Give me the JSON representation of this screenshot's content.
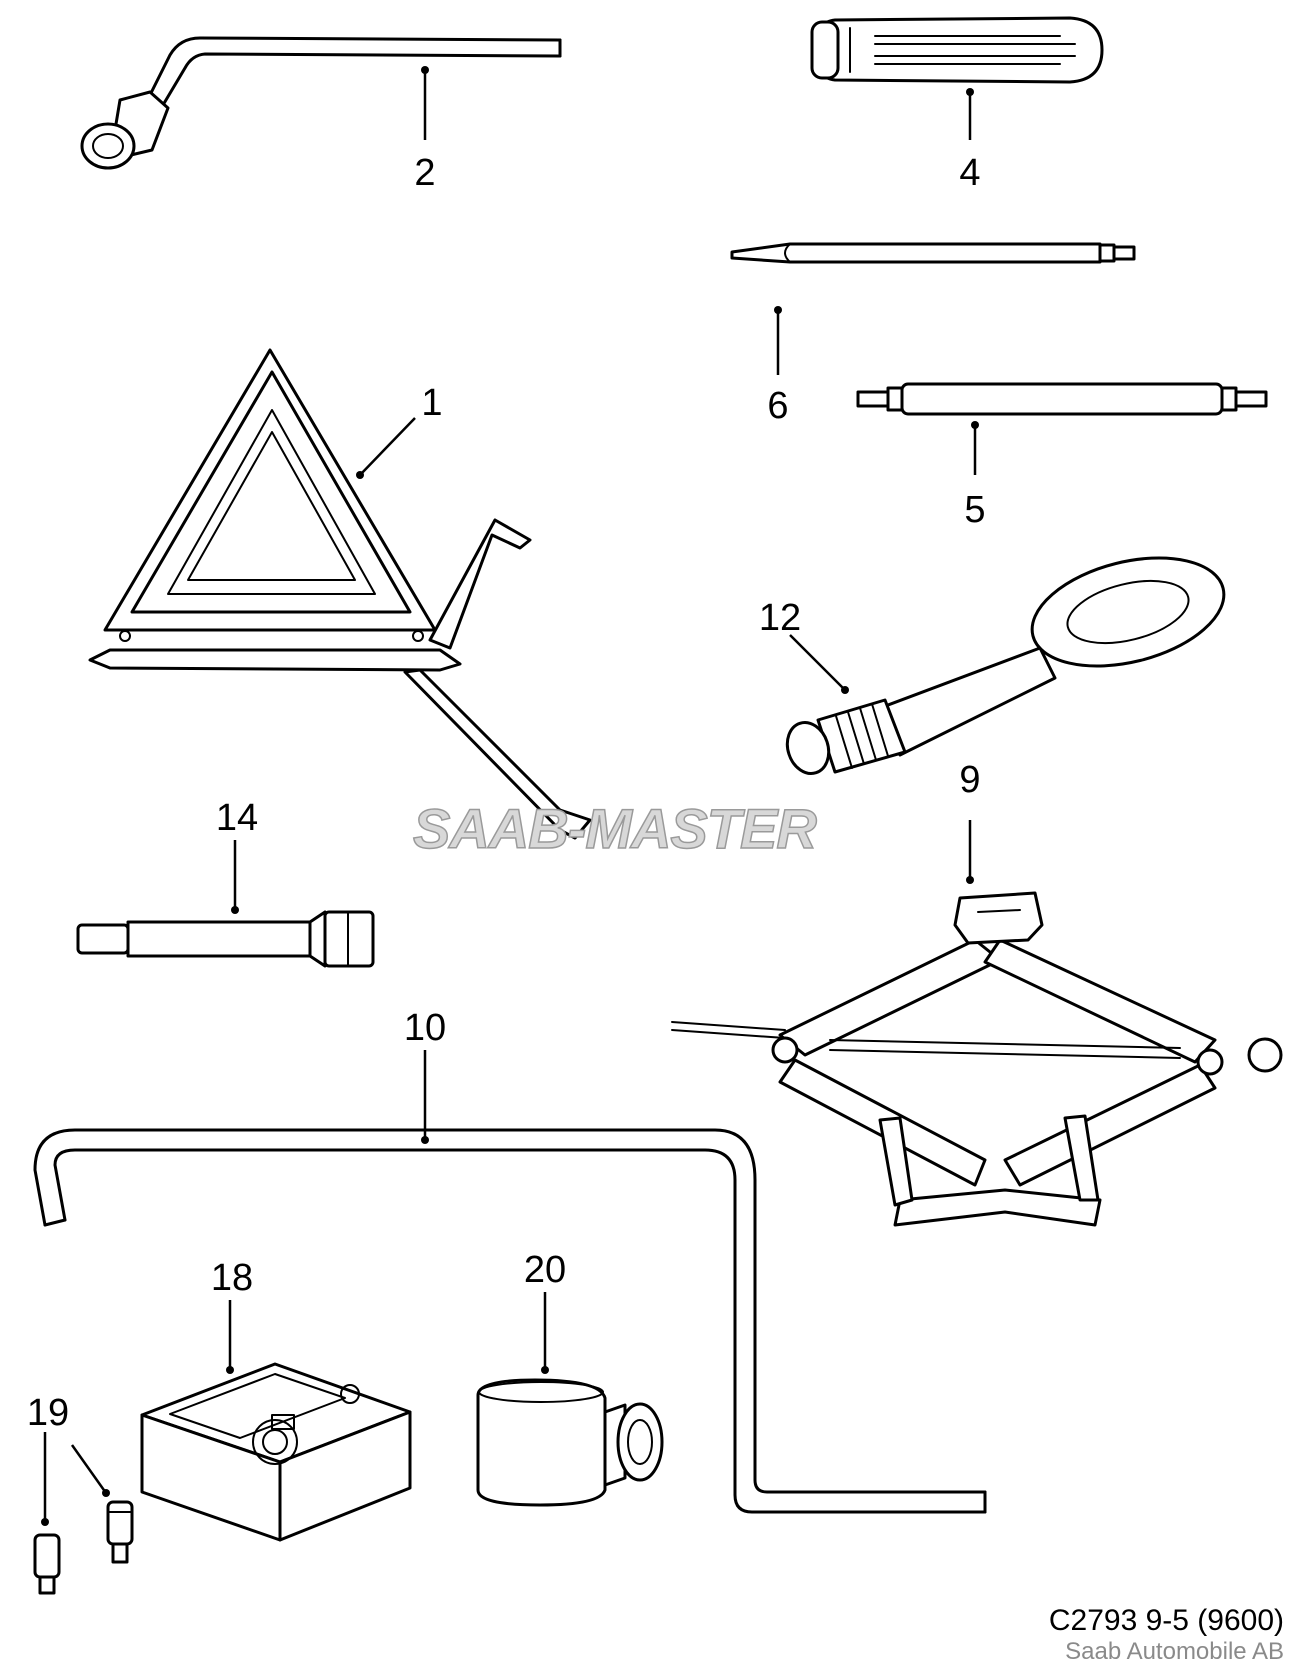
{
  "watermark": "SAAB-MASTER",
  "footer": {
    "code": "C2793 9-5 (9600)",
    "company": "Saab Automobile AB"
  },
  "parts": [
    {
      "id": "1",
      "icon": "warning-triangle-icon"
    },
    {
      "id": "2",
      "icon": "wheel-wrench-icon"
    },
    {
      "id": "4",
      "icon": "screwdriver-handle-icon"
    },
    {
      "id": "5",
      "icon": "double-bit-icon"
    },
    {
      "id": "6",
      "icon": "flat-blade-bit-icon"
    },
    {
      "id": "9",
      "icon": "scissor-jack-icon"
    },
    {
      "id": "10",
      "icon": "jack-handle-icon"
    },
    {
      "id": "12",
      "icon": "towing-eye-icon"
    },
    {
      "id": "14",
      "icon": "socket-adapter-icon"
    },
    {
      "id": "18",
      "icon": "air-compressor-icon"
    },
    {
      "id": "19",
      "icon": "valve-insert-icon"
    },
    {
      "id": "20",
      "icon": "sealant-bottle-icon"
    }
  ]
}
